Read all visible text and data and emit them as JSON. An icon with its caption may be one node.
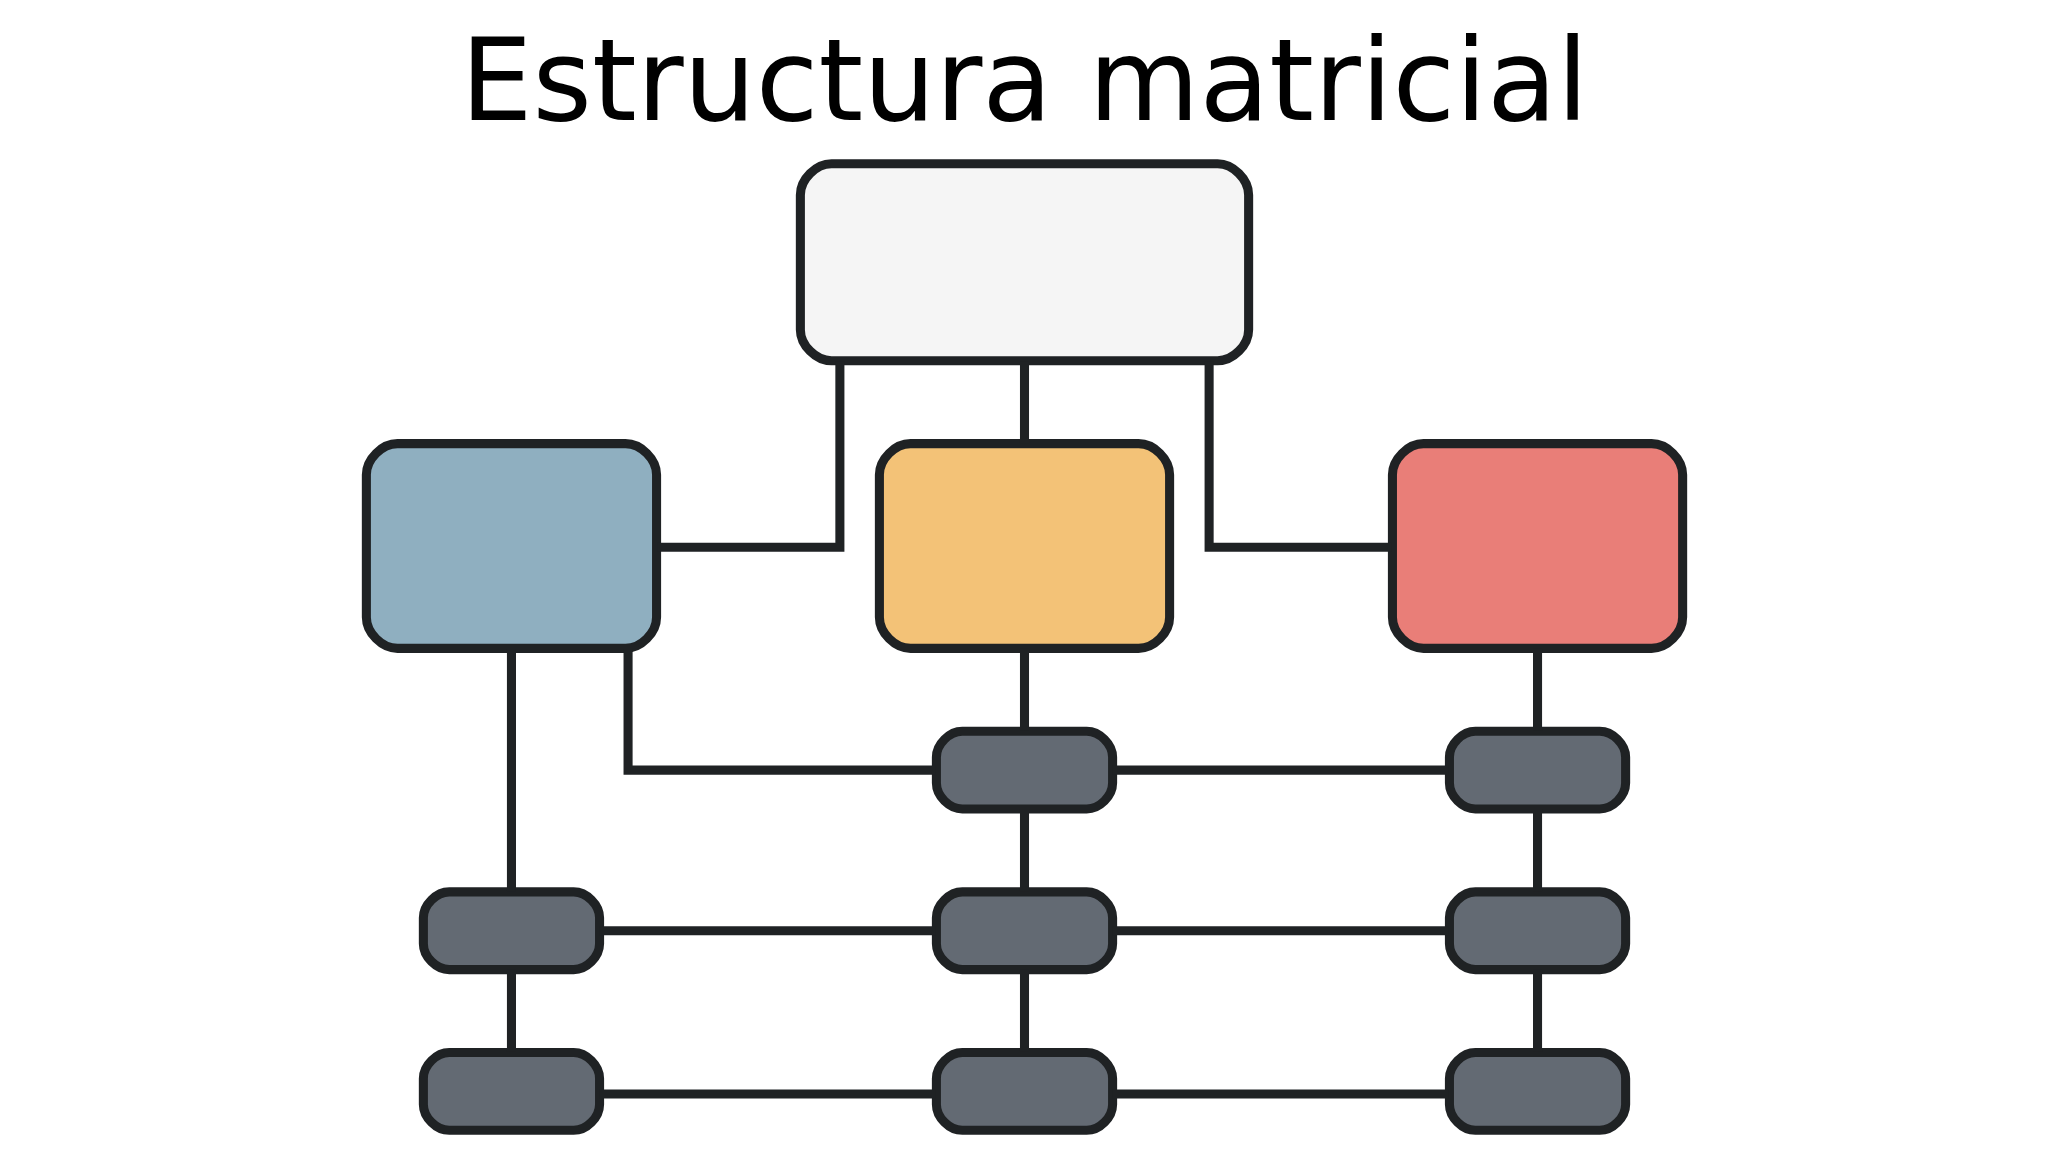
{
  "diagram": {
    "title": "Estructura matricial",
    "nodes": [
      {
        "text": [],
        "shape": "box"
      },
      {
        "text": [],
        "shape": "box"
      },
      {
        "text": [],
        "shape": "box"
      },
      {
        "text": [],
        "shape": "box"
      },
      {
        "text": [],
        "shape": "box"
      },
      {
        "text": [],
        "shape": "box"
      },
      {
        "text": [],
        "shape": "box"
      },
      {
        "text": [],
        "shape": "box"
      },
      {
        "text": [],
        "shape": "box"
      },
      {
        "text": [],
        "shape": "box"
      },
      {
        "text": [],
        "shape": "box"
      },
      {
        "text": [],
        "shape": "box"
      }
    ],
    "edges": [
      {
        "from": 0,
        "to": 1,
        "arrow": "none"
      },
      {
        "from": 0,
        "to": 2,
        "arrow": "none"
      },
      {
        "from": 0,
        "to": 3,
        "arrow": "none"
      },
      {
        "from": 1,
        "to": 6,
        "arrow": "none"
      },
      {
        "from": 1,
        "to": 4,
        "arrow": "none"
      },
      {
        "from": 2,
        "to": 4,
        "arrow": "none"
      },
      {
        "from": 3,
        "to": 5,
        "arrow": "none"
      },
      {
        "from": 4,
        "to": 5,
        "arrow": "none"
      },
      {
        "from": 4,
        "to": 7,
        "arrow": "none"
      },
      {
        "from": 5,
        "to": 8,
        "arrow": "none"
      },
      {
        "from": 6,
        "to": 7,
        "arrow": "none"
      },
      {
        "from": 7,
        "to": 8,
        "arrow": "none"
      },
      {
        "from": 6,
        "to": 9,
        "arrow": "none"
      },
      {
        "from": 7,
        "to": 10,
        "arrow": "none"
      },
      {
        "from": 8,
        "to": 11,
        "arrow": "none"
      },
      {
        "from": 9,
        "to": 10,
        "arrow": "none"
      },
      {
        "from": 10,
        "to": 11,
        "arrow": "none"
      }
    ]
  }
}
